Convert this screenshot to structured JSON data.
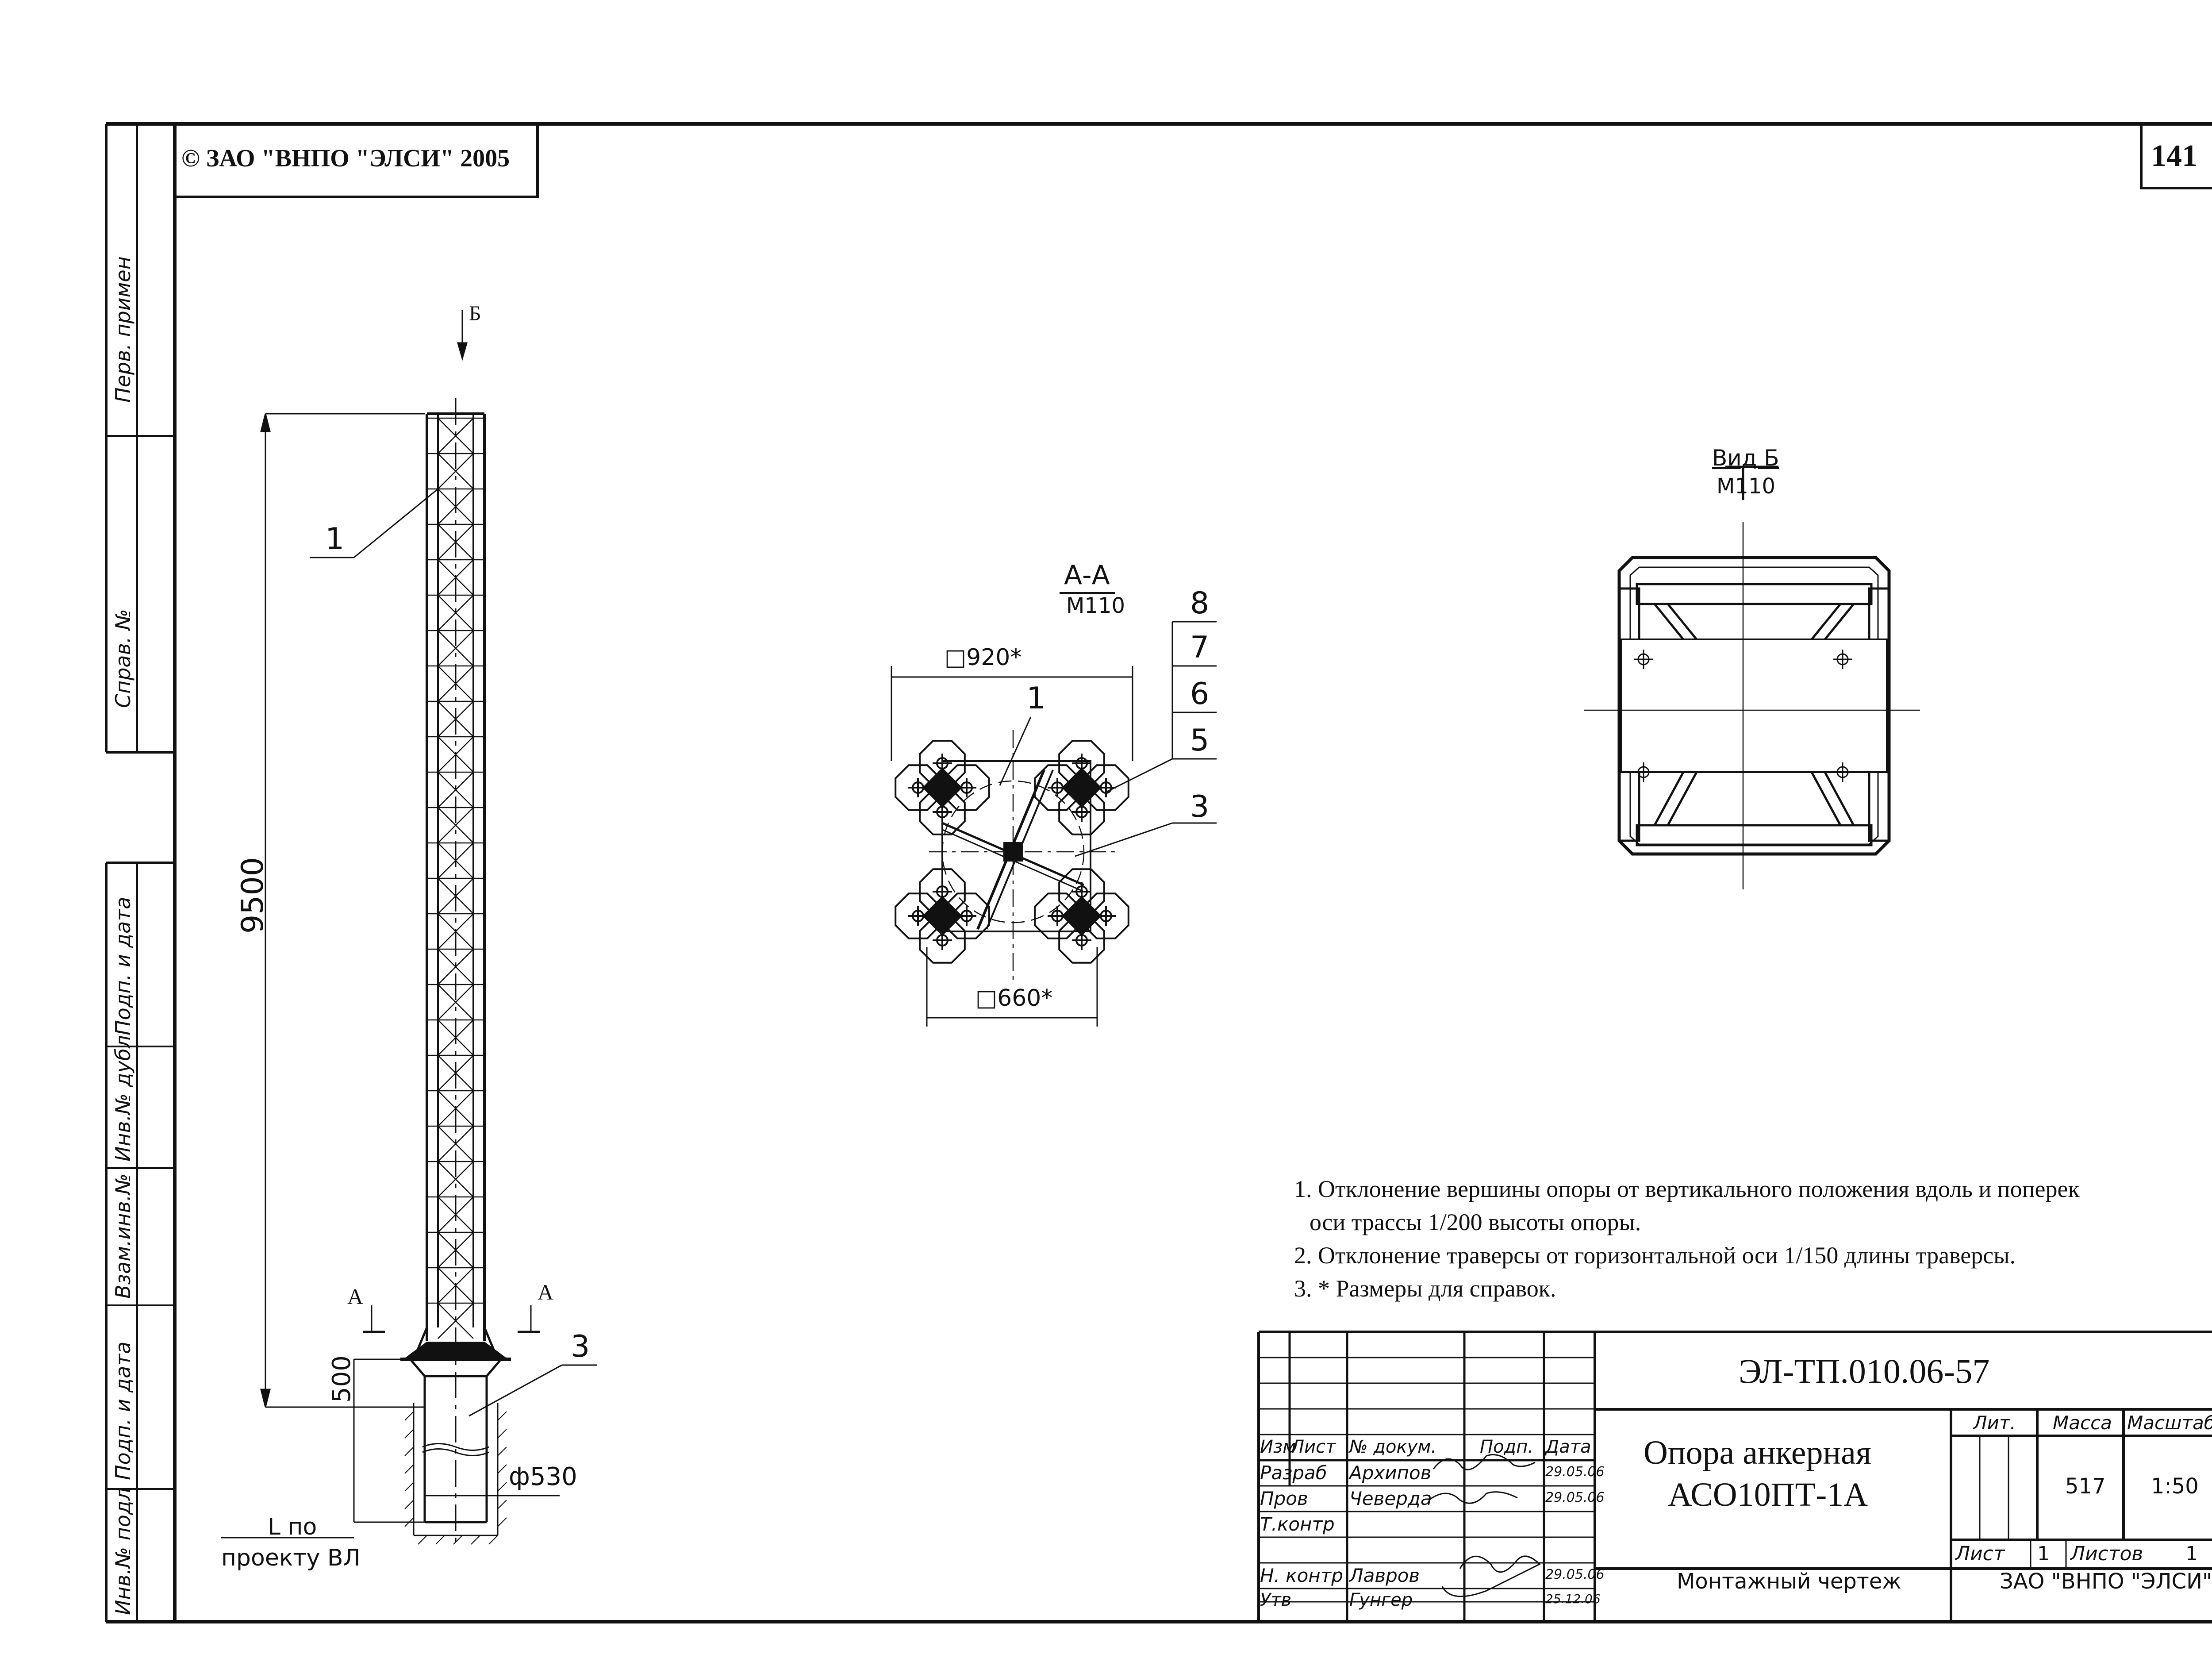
{
  "copyright": "© ЗАО \"ВНПО \"ЭЛСИ\" 2005",
  "page_number": "141",
  "side_stamp": [
    "Перв. примен",
    "Справ. №",
    "Подп. и дата",
    "Инв.№ дубл",
    "Взам.инв.№",
    "Подп. и дата",
    "Инв.№ подл"
  ],
  "elevation": {
    "top_view_marker": "Б",
    "callout_1": "1",
    "callout_3": "3",
    "height_dim": "9500",
    "embed_dim": "500",
    "diameter": "ф530",
    "section_marker": "А",
    "depth_label_1": "L по",
    "depth_label_2": "проекту ВЛ"
  },
  "section_aa": {
    "title": "А-А",
    "scale": "М110",
    "dim_top": "□920*",
    "dim_bottom": "□660*",
    "callouts": [
      "1",
      "3",
      "5",
      "6",
      "7",
      "8"
    ]
  },
  "view_b": {
    "title": "Вид Б",
    "scale": "М110"
  },
  "notes": [
    "1. Отклонение вершины опоры от вертикального положения вдоль и поперек",
    "оси трассы 1/200 высоты опоры.",
    "2. Отклонение траверсы от горизонтальной оси 1/150 длины траверсы.",
    "3. * Размеры для справок."
  ],
  "title_block": {
    "doc_number": "ЭЛ-ТП.010.06-57",
    "title_line1": "Опора анкерная",
    "title_line2": "АСО10ПТ-1А",
    "drawing_type": "Монтажный чертеж",
    "company": "ЗАО \"ВНПО \"ЭЛСИ\"",
    "head_izm": "Изм",
    "head_list": "Лист",
    "head_doc": "№ докум.",
    "head_sign": "Подп.",
    "head_date": "Дата",
    "roles": [
      "Разраб",
      "Пров",
      "Т.контр",
      "Н. контр",
      "Утв"
    ],
    "names": [
      "Архипов",
      "Чеверда",
      "",
      "Лавров",
      "Гунгер"
    ],
    "dates": [
      "29.05.06",
      "29.05.06",
      "",
      "29.05.06",
      "25.12.06"
    ],
    "lit_label": "Лит.",
    "mass_label": "Масса",
    "scale_label": "Масштаб",
    "mass": "517",
    "scale": "1:50",
    "sheet_label": "Лист",
    "sheet": "1",
    "sheets_label": "Листов",
    "sheets": "1"
  }
}
